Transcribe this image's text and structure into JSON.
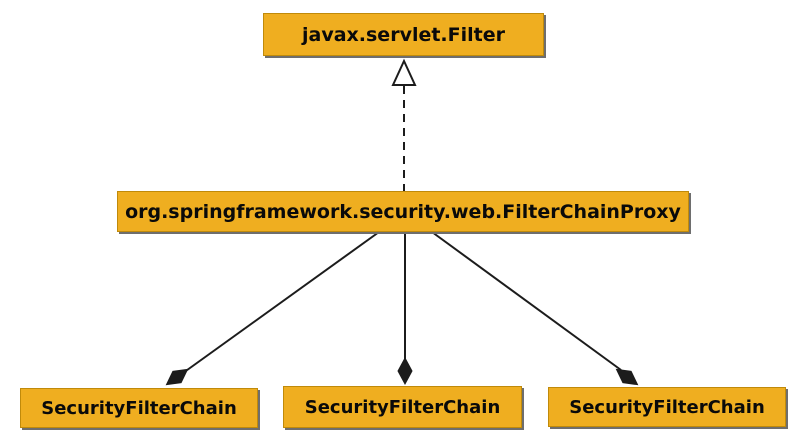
{
  "diagram": {
    "type": "uml-class-diagram",
    "nodes": {
      "filter": {
        "label": "javax.servlet.Filter",
        "shape": "rect"
      },
      "proxy": {
        "label": "org.springframework.security.web.FilterChainProxy",
        "shape": "rect"
      },
      "chain_left": {
        "label": "SecurityFilterChain",
        "shape": "rect"
      },
      "chain_middle": {
        "label": "SecurityFilterChain",
        "shape": "rect"
      },
      "chain_right": {
        "label": "SecurityFilterChain",
        "shape": "rect"
      }
    },
    "edges": [
      {
        "from": "proxy",
        "to": "filter",
        "type": "realization",
        "line": "dashed",
        "marker": "hollow-triangle",
        "marker_at": "filter"
      },
      {
        "from": "proxy",
        "to": "chain_left",
        "type": "composition",
        "line": "solid",
        "marker": "filled-diamond",
        "marker_at": "chain_left"
      },
      {
        "from": "proxy",
        "to": "chain_middle",
        "type": "composition",
        "line": "solid",
        "marker": "filled-diamond",
        "marker_at": "chain_middle"
      },
      {
        "from": "proxy",
        "to": "chain_right",
        "type": "composition",
        "line": "solid",
        "marker": "filled-diamond",
        "marker_at": "chain_right"
      }
    ],
    "colors": {
      "node_fill": "#EFAE20",
      "node_border": "#C08A0A",
      "node_shadow": "#6E6E6E",
      "line": "#1C1C1C",
      "text": "#0A0A0A",
      "background": "#FFFFFF"
    }
  }
}
